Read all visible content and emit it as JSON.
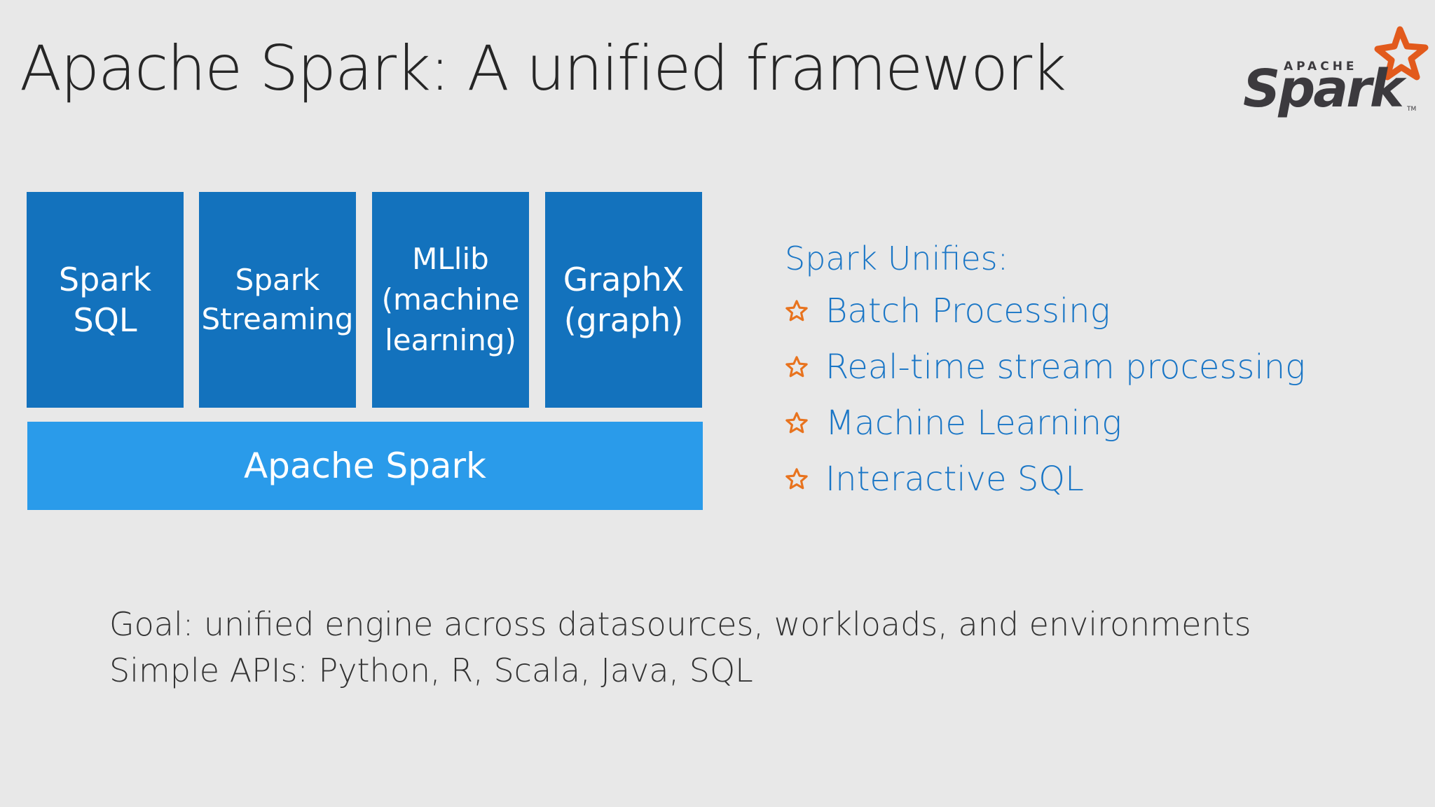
{
  "slide": {
    "title": "Apache Spark: A unified framework"
  },
  "logo": {
    "icon": "apache-spark-logo",
    "small_text": "APACHE",
    "wordmark": "Spark",
    "tm": "TM",
    "colors": {
      "wordmark": "#3c3a3e",
      "star": "#e25a1c"
    }
  },
  "stack": {
    "components": [
      {
        "line1": "Spark",
        "line2": "SQL",
        "line3": ""
      },
      {
        "line1": "Spark",
        "line2": "Streaming",
        "line3": ""
      },
      {
        "line1": "MLlib",
        "line2": "(machine",
        "line3": "learning)"
      },
      {
        "line1": "GraphX",
        "line2": "(graph)",
        "line3": ""
      }
    ],
    "base_label": "Apache Spark",
    "colors": {
      "component": "#1372bd",
      "base": "#2a9bea"
    }
  },
  "unifies": {
    "heading": "Spark Unifies:",
    "bullet_icon": "star-outline-icon",
    "bullet_color": "#e8731e",
    "text_color": "#1a76c6",
    "items": [
      "Batch Processing",
      "Real-time stream processing",
      "Machine Learning",
      "Interactive SQL"
    ]
  },
  "footer": {
    "goal": "Goal: unified engine across datasources, workloads, and environments",
    "apis": "Simple APIs: Python, R, Scala, Java, SQL"
  }
}
